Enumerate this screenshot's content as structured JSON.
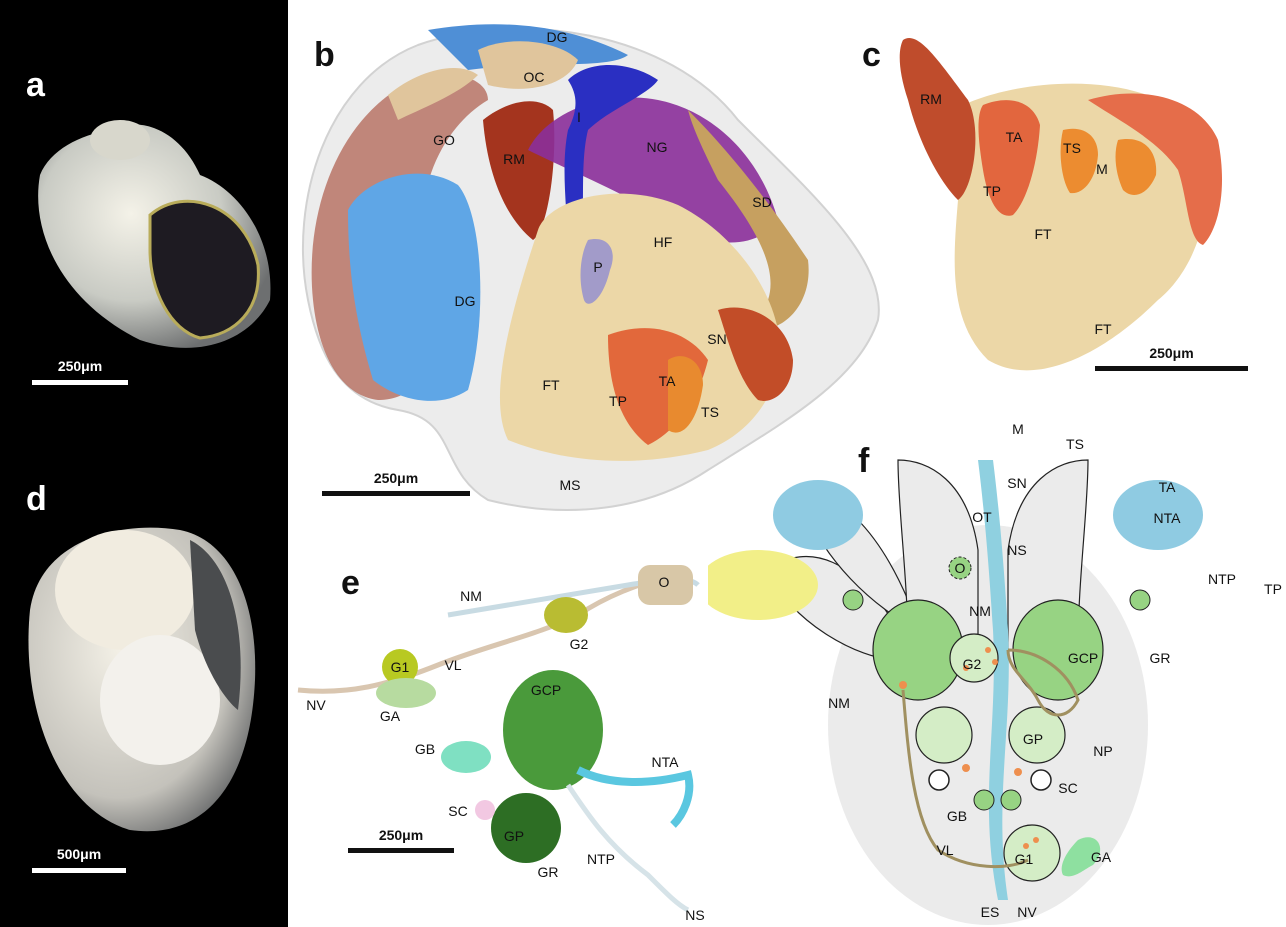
{
  "panels": {
    "a": {
      "label": "a",
      "scale": "250μm"
    },
    "b": {
      "label": "b",
      "scale": "250μm",
      "labels": [
        "DG",
        "OC",
        "I",
        "GO",
        "RM",
        "NG",
        "SD",
        "P",
        "HF",
        "DG",
        "SN",
        "FT",
        "TP",
        "TA",
        "TS",
        "MS"
      ]
    },
    "c": {
      "label": "c",
      "scale": "250μm",
      "labels": [
        "RM",
        "TA",
        "TS",
        "M",
        "TP",
        "FT",
        "FT"
      ]
    },
    "d": {
      "label": "d",
      "scale": "500μm"
    },
    "e": {
      "label": "e",
      "scale": "250μm",
      "labels": [
        "O",
        "NM",
        "G2",
        "G1",
        "VL",
        "NV",
        "GA",
        "GCP",
        "GB",
        "NTA",
        "SC",
        "GP",
        "GR",
        "NTP",
        "NS"
      ]
    },
    "f": {
      "label": "f",
      "labels": [
        "M",
        "TS",
        "SN",
        "TA",
        "OT",
        "NTA",
        "NS",
        "O",
        "NTP",
        "TP",
        "NM",
        "G2",
        "GCP",
        "GR",
        "NM",
        "GP",
        "NP",
        "SC",
        "GB",
        "VL",
        "G1",
        "GA",
        "ES",
        "NV"
      ]
    }
  },
  "colors": {
    "cerebral_ganglion": "#97d383",
    "nerve_cord": "#8fd0e0",
    "tentacle_a_halo": "#8fcbe2",
    "tentacle_p_halo": "#f2ef88",
    "statocyst_dot": "#ee8f4e",
    "visceral_loop": "#a09060",
    "body_fill": "#ebebeb"
  }
}
